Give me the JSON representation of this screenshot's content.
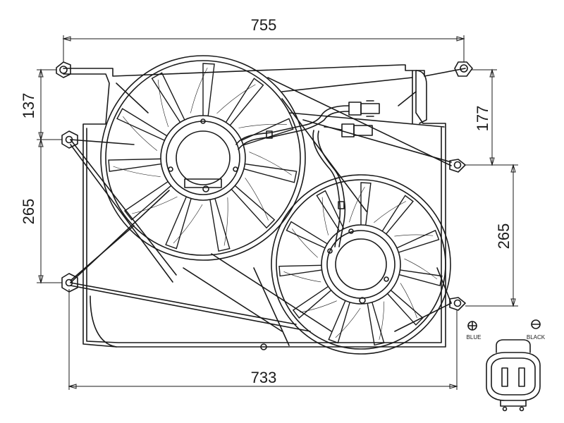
{
  "dimensions": {
    "top_width": "755",
    "bottom_width": "733",
    "left_top": "137",
    "left_mid": "265",
    "right_top": "177",
    "right_mid": "265"
  },
  "connector": {
    "plus_symbol": "⊕",
    "minus_symbol": "⊖",
    "positive_label": "BLUE",
    "negative_label": "BLACK"
  },
  "colors": {
    "line": "#1a1a1a",
    "background": "#ffffff"
  }
}
